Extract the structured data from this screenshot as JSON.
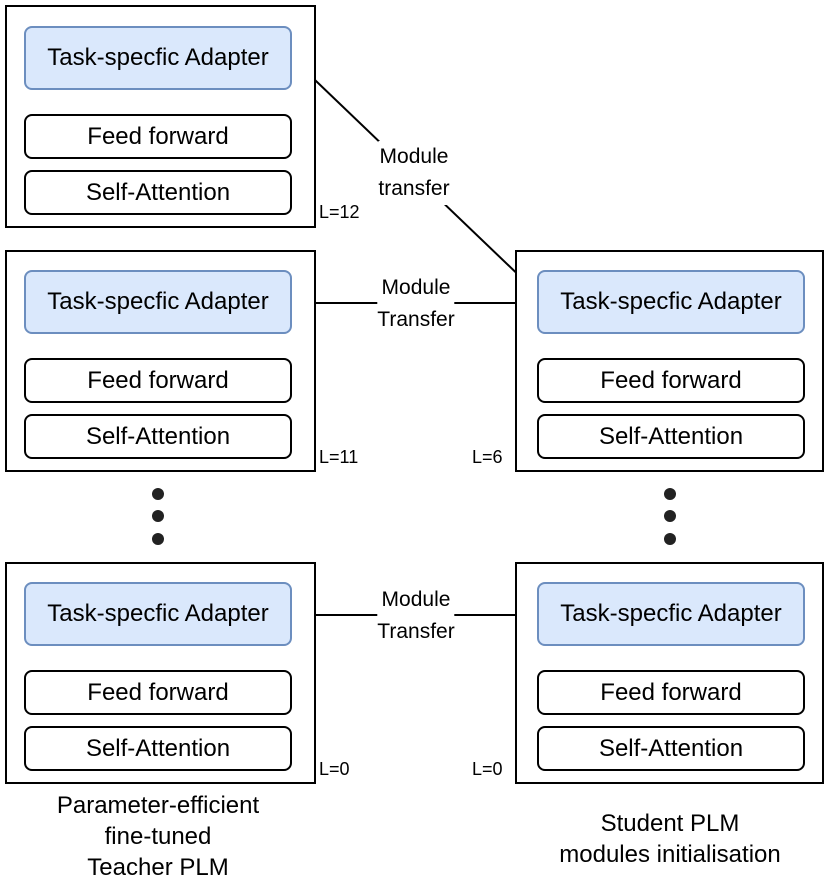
{
  "labels": {
    "adapter": "Task-specfic Adapter",
    "feed_forward": "Feed forward",
    "self_attention": "Self-Attention"
  },
  "teacher": {
    "layers": [
      {
        "index_label": "L=12"
      },
      {
        "index_label": "L=11"
      },
      {
        "index_label": "L=0"
      }
    ],
    "caption": [
      "Parameter-efficient",
      "fine-tuned",
      "Teacher PLM"
    ]
  },
  "student": {
    "layers": [
      {
        "index_label": "L=6"
      },
      {
        "index_label": "L=0"
      }
    ],
    "caption": [
      "Student PLM",
      "modules initialisation"
    ]
  },
  "arrows": [
    {
      "label": [
        "Module",
        "transfer"
      ]
    },
    {
      "label": [
        "Module",
        "Transfer"
      ]
    },
    {
      "label": [
        "Module",
        "Transfer"
      ]
    }
  ],
  "colors": {
    "adapter_fill": "#dae8fc",
    "adapter_border": "#6c8ebf"
  }
}
